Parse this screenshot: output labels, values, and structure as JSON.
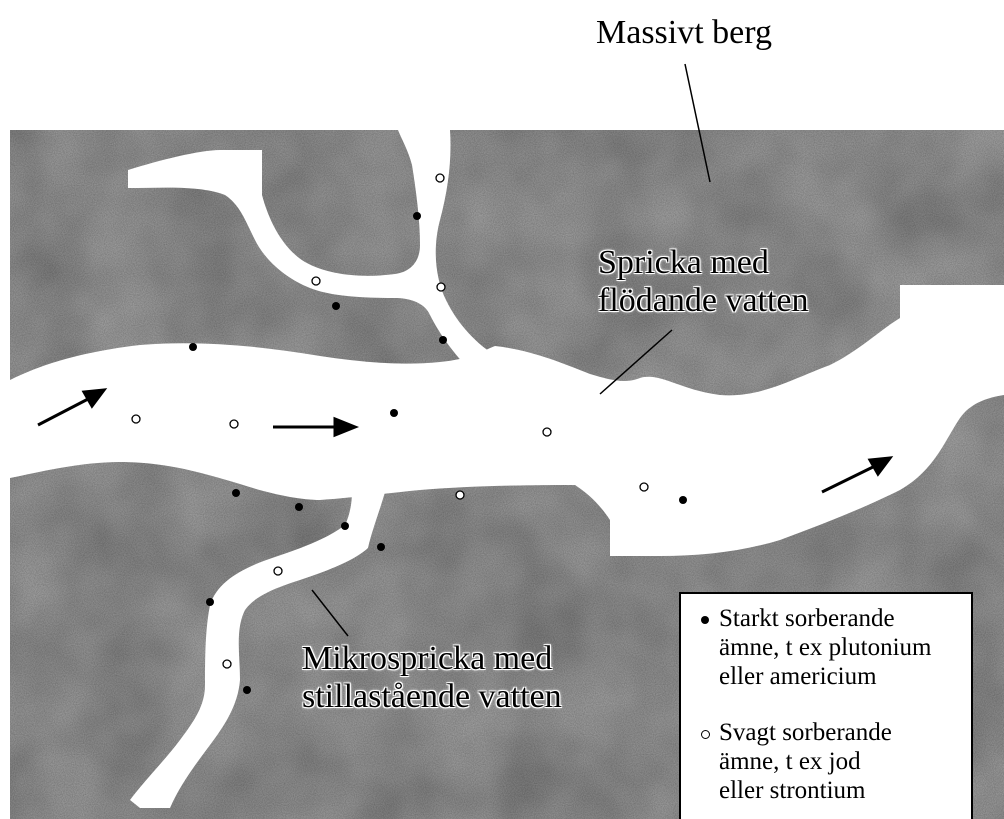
{
  "title": "Massivt berg",
  "fracture_label": [
    "Spricka med",
    "flödande vatten"
  ],
  "microfracture_label": [
    "Mikrospricka med",
    "stillastående vatten"
  ],
  "legend": {
    "strong": [
      "Starkt sorberande",
      "ämne, t ex plutonium",
      "eller americium"
    ],
    "weak": [
      "Svagt sorberande",
      "ämne, t ex jod",
      "eller strontium"
    ]
  },
  "colors": {
    "rock": "#a8a8a8",
    "water": "#ffffff",
    "ink": "#000000"
  },
  "symbols": {
    "strong": "filled-dot",
    "weak": "hollow-dot"
  }
}
